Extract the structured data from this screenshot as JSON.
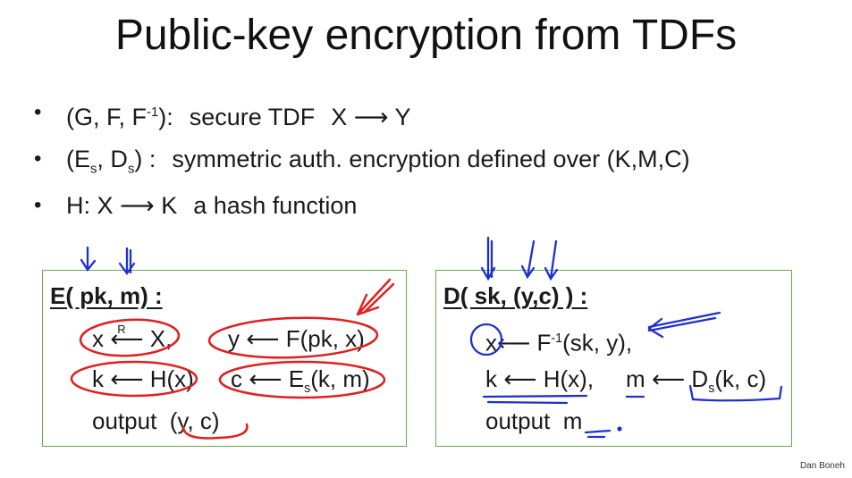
{
  "title": "Public-key encryption from TDFs",
  "bullets": [
    {
      "symbol": "•"
    },
    {
      "symbol": "•"
    },
    {
      "symbol": "•"
    }
  ],
  "b1": {
    "tuple_start": "(G, F, F",
    "tuple_sup": "-1",
    "tuple_end": "):",
    "desc": "secure TDF",
    "map": "X ⟶ Y"
  },
  "b2": {
    "open": "(E",
    "s1": "s",
    "mid": ", D",
    "s2": "s",
    "close": ") :",
    "desc": "symmetric auth. encryption defined over (K,M,C)"
  },
  "b3": {
    "map": "H: X ⟶ K",
    "desc": "a hash function"
  },
  "enc": {
    "header": "E( pk, m) :",
    "l1a_x": "x",
    "l1a_arrow": "⟵",
    "l1a_r": "R",
    "l1a_X": "X,",
    "l1b": "y ⟵ F(pk, x)",
    "l2a": "k ⟵ H(x)",
    "l2b_pre": "c ⟵ E",
    "l2b_sub": "s",
    "l2b_post": "(k, m)",
    "out_label": "output",
    "out_val": "(y, c)"
  },
  "dec": {
    "header": "D( sk, (y,c) ) :",
    "l1_x": "x",
    "l1_pre": "⟵ F",
    "l1_sup": "-1",
    "l1_post": "(sk, y),",
    "l2a": "k ⟵ H(x),",
    "l2b_m": "m",
    "l2b_pre": "⟵ D",
    "l2b_sub": "s",
    "l2b_post": "(k, c)",
    "out_label": "output",
    "out_val": "m"
  },
  "footer": "Dan Boneh",
  "colors": {
    "box_border": "#6aa84f",
    "red_ink": "#e02020",
    "blue_ink": "#2030d0"
  }
}
